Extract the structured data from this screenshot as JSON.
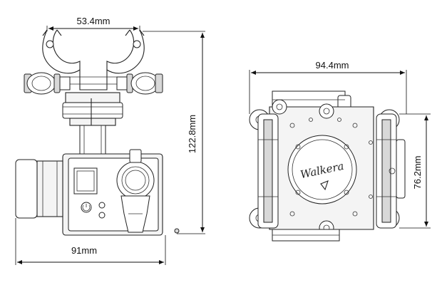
{
  "dimensions": {
    "motor_spacing": "53.4mm",
    "side_height": "122.8mm",
    "side_width": "91mm",
    "front_width": "94.4mm",
    "front_height": "76.2mm"
  },
  "logo_text": "Walkera",
  "colors": {
    "line": "#222222",
    "background": "#ffffff",
    "fill": "#f4f4f4"
  }
}
